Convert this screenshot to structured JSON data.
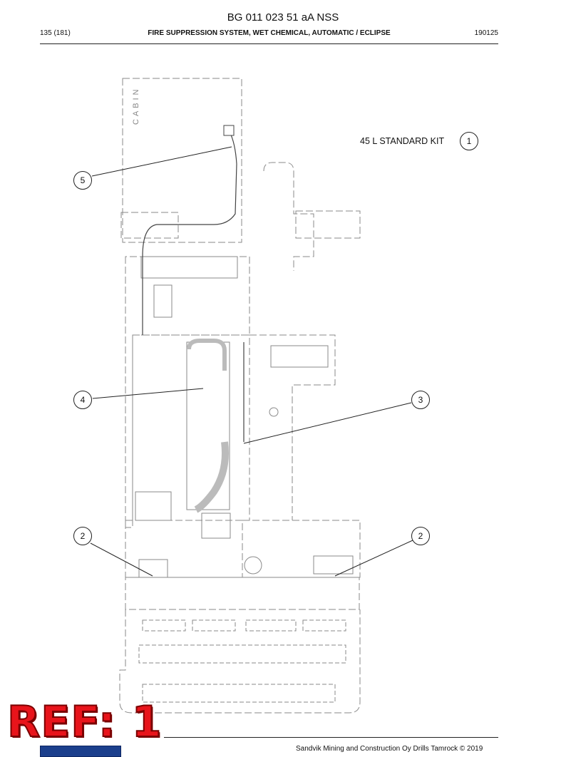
{
  "document": {
    "title": "BG 011 023 51 aA NSS",
    "page": "135 (181)",
    "section": "FIRE SUPPRESSION SYSTEM, WET CHEMICAL, AUTOMATIC / ECLIPSE",
    "code": "190125"
  },
  "drawing": {
    "cabin_label": "CABIN",
    "kit_label": "45 L STANDARD KIT",
    "callouts": [
      "1",
      "5",
      "4",
      "3",
      "2",
      "2"
    ]
  },
  "stamp": {
    "text": "REF: 1"
  },
  "footer": {
    "text": "Sandvik Mining and Construction Oy Drills Tamrock © 2019"
  },
  "colors": {
    "stamp": "#e8141b",
    "line": "#222222",
    "drawing_lines": "#8a8a8a"
  }
}
